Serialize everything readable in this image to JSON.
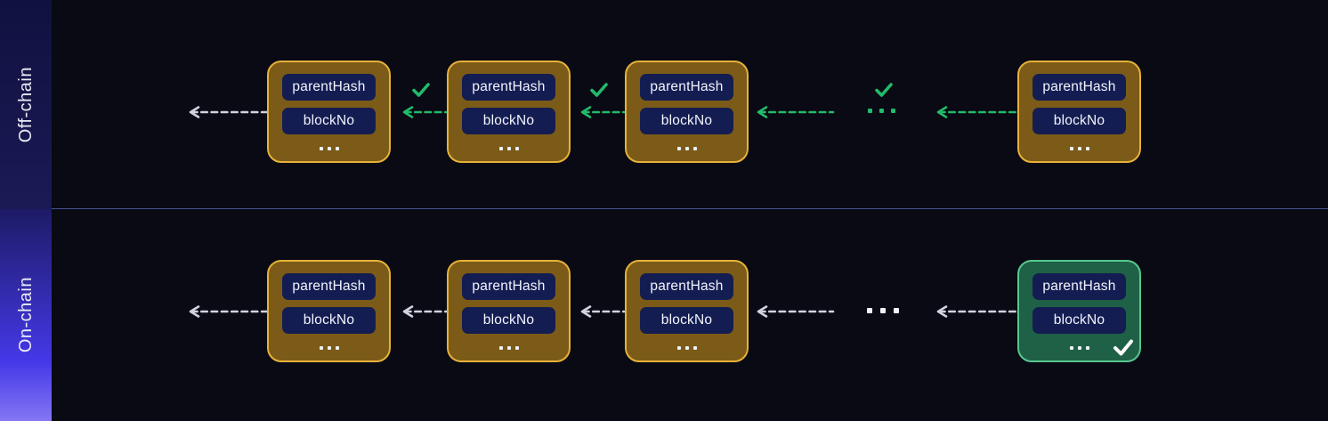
{
  "sidebar": {
    "off_chain_label": "Off-chain",
    "on_chain_label": "On-chain"
  },
  "block_fields": {
    "parent_hash": "parentHash",
    "block_no": "blockNo",
    "ellipsis": "..."
  },
  "lanes": {
    "off_chain": {
      "ellipsis": "...",
      "link_style": "verified-green-dashed-arrows-with-checkmarks"
    },
    "on_chain": {
      "ellipsis": "...",
      "link_style": "gray-dashed-arrows",
      "verified_block": "last block highlighted green with white checkmark"
    }
  },
  "icons": {
    "check": "✓",
    "dashed_arrow_left": "←",
    "ellipsis_dots": "…"
  },
  "colors": {
    "background": "#090a13",
    "sidebar_off_bg": "#15154a",
    "sidebar_on_gradient_top": "#1d1b66",
    "sidebar_on_gradient_bottom": "#8476f4",
    "lane_divider": "#46528f",
    "block_fill": "#7b5b17",
    "block_border": "#e7b13a",
    "verified_block_fill": "#1f6147",
    "verified_block_border": "#57c78f",
    "pill_fill": "#141d52",
    "accent_green": "#21bb6b",
    "arrow_gray": "#cfd3dd",
    "text": "#f2f4fc"
  }
}
